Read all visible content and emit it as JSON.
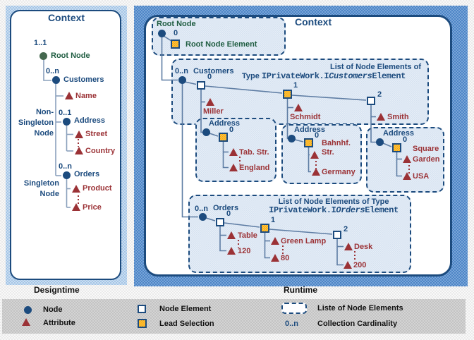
{
  "designtime": {
    "title": "Context",
    "caption": "Designtime",
    "root_cardinality": "1..1",
    "root_label": "Root Node",
    "customers_cardinality": "0..n",
    "customers_label": "Customers",
    "attr_name": "Name",
    "non_singleton_note": [
      "Non-",
      "Singleton",
      "Node"
    ],
    "address_cardinality": "0..1",
    "address_label": "Address",
    "attr_street": "Street",
    "attr_country": "Country",
    "orders_cardinality": "0..n",
    "orders_label": "Orders",
    "singleton_note": [
      "Singleton",
      "Node"
    ],
    "attr_product": "Product",
    "attr_price": "Price"
  },
  "runtime": {
    "title": "Context",
    "caption": "Runtime",
    "root": {
      "label": "Root Node",
      "index": "0",
      "element_label": "Root Node Element"
    },
    "customers": {
      "cardinality": "0..n",
      "label": "Customers",
      "list_title": "List of Node Elements of",
      "type_word": "Type ",
      "type_prefix": "IPrivateWork.I",
      "type_italic": "Customers",
      "type_suffix": "Element",
      "elements": [
        {
          "index": "0",
          "attr": "Miller"
        },
        {
          "index": "1",
          "attr": "Schmidt"
        },
        {
          "index": "2",
          "attr": "Smith"
        }
      ]
    },
    "addresses": [
      {
        "label": "Address",
        "index": "0",
        "attr_top": "Tab. Str.",
        "attr_bottom": "England"
      },
      {
        "label": "Address",
        "index": "0",
        "attr_top": "Bahnhf. Str.",
        "attr_bottom": "Germany"
      },
      {
        "label": "Address",
        "index": "0",
        "attr_top": "Square Garden",
        "attr_bottom": "USA"
      }
    ],
    "orders": {
      "cardinality": "0..n",
      "label": "Orders",
      "list_title": "List of Node Elements of Type",
      "type_prefix": "IPrivateWork.I",
      "type_italic": "Orders",
      "type_suffix": "Element",
      "elements": [
        {
          "index": "0",
          "attr": "Table",
          "value": "120"
        },
        {
          "index": "1",
          "attr": "Green Lamp",
          "value": "80"
        },
        {
          "index": "2",
          "attr": "Desk",
          "value": "200"
        }
      ]
    }
  },
  "legend": {
    "items": [
      {
        "icon": "node-icon",
        "label": "Node"
      },
      {
        "icon": "attribute-icon",
        "label": "Attribute"
      },
      {
        "icon": "node-element-icon",
        "label": "Node Element"
      },
      {
        "icon": "lead-selection-icon",
        "label": "Lead Selection"
      },
      {
        "icon": "list-of-node-elements-icon",
        "label": "Liste of Node Elements"
      },
      {
        "icon": "cardinality-symbol",
        "symbol": "0..n",
        "label": "Collection Cardinality"
      }
    ]
  },
  "colors": {
    "navy": "#1c4b7e",
    "maroon": "#9b3236",
    "green": "#1e5c40",
    "orange": "#f4a60d",
    "connector_line": "#5d7ca3",
    "left_frame": "#a5c5e6",
    "right_frame": "#4d85c6",
    "list_box_fill": "#d6e2f0",
    "legend_background": "#c3c3c3"
  }
}
